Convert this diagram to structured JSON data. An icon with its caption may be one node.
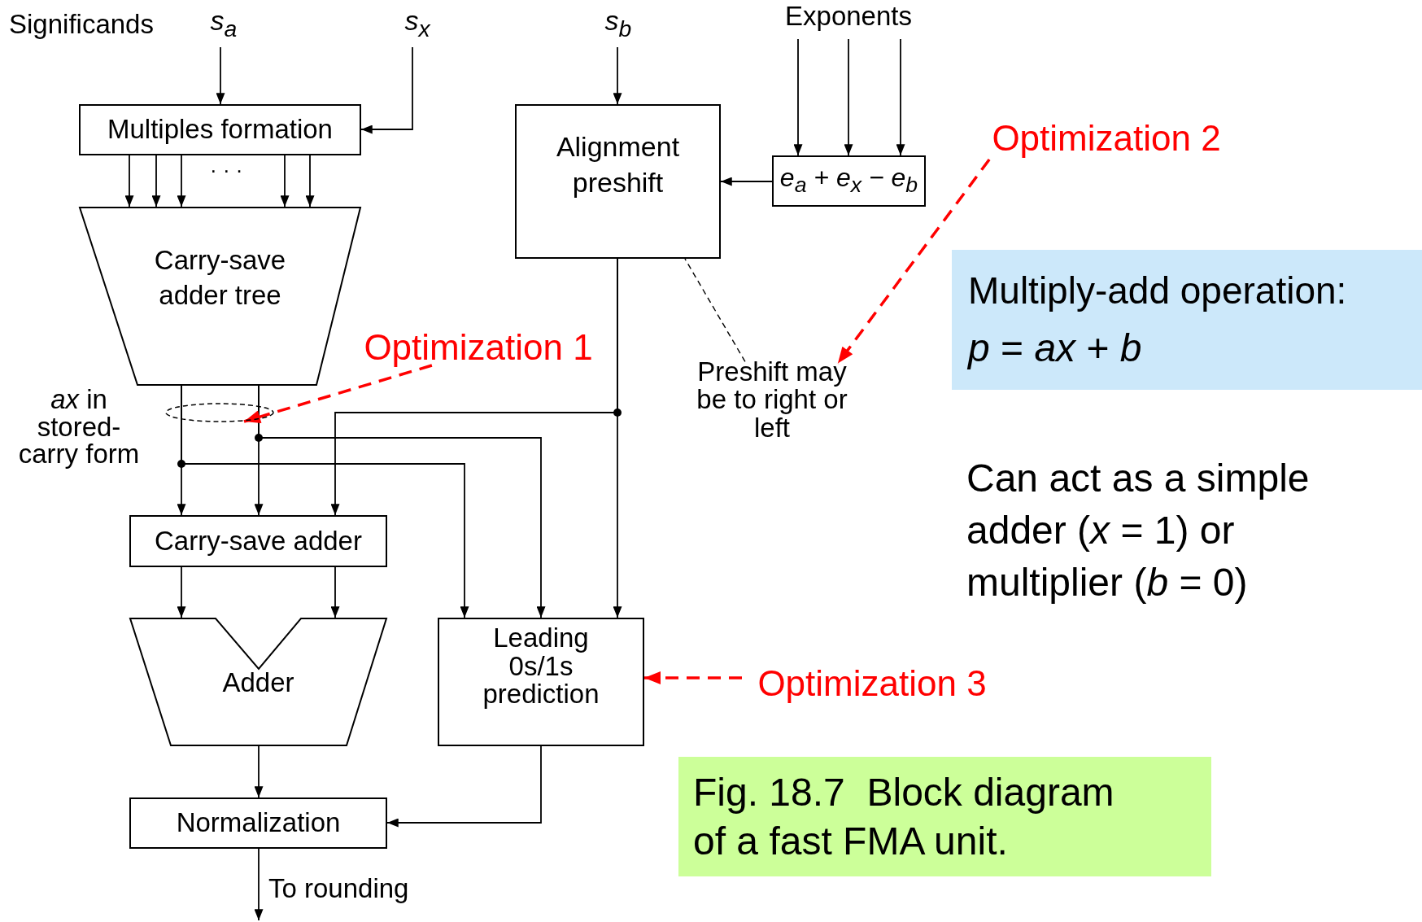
{
  "diagram": {
    "nodes": [
      {
        "text": [
          "s$_{a}$"
        ]
      },
      {
        "text": [
          "s$_{x}$"
        ]
      },
      {
        "text": [
          "s$_{b}$"
        ]
      },
      {
        "text": [
          "Exponents"
        ]
      },
      {
        "text": [
          "Multiples formation"
        ]
      },
      {
        "text": [
          "e$_{a}$ + e$_{x}$ − e$_{b}$"
        ]
      },
      {
        "text": [
          "Alignment preshift"
        ]
      },
      {
        "text": [
          "Optimization 2"
        ]
      },
      {
        "text": [
          "Carry-save adder tree"
        ]
      },
      {
        "text": [
          "Multiply-add operation:",
          "*p* = *ax* + *b*"
        ]
      },
      {
        "text": [
          "Optimization 1"
        ]
      },
      {
        "text": [],
        "shape": "ellipse"
      },
      {
        "text": [
          "Preshift may be to right or left"
        ]
      },
      {
        "text": [
          "Carry-save adder"
        ]
      },
      {
        "text": [
          "Adder"
        ]
      },
      {
        "text": [
          "Leading 0s/1s prediction"
        ]
      },
      {
        "text": [
          "Optimization 3"
        ]
      },
      {
        "text": [
          "Fig. 18.7  Block diagram of a fast FMA unit."
        ]
      },
      {
        "text": [
          "Normalization"
        ]
      }
    ],
    "edges": [
      {
        "from": 0,
        "to": 4,
        "arrow": "to"
      },
      {
        "from": 1,
        "to": 4,
        "arrow": "to"
      },
      {
        "from": 4,
        "to": 8,
        "arrow": "to"
      },
      {
        "from": 4,
        "to": 8,
        "arrow": "to"
      },
      {
        "from": 4,
        "to": 8,
        "arrow": "to"
      },
      {
        "from": 4,
        "to": 8,
        "arrow": "to"
      },
      {
        "from": 4,
        "to": 8,
        "arrow": "to"
      },
      {
        "from": 2,
        "to": 6,
        "arrow": "to"
      },
      {
        "from": 3,
        "to": 5,
        "arrow": "to"
      },
      {
        "from": 3,
        "to": 5,
        "arrow": "to"
      },
      {
        "from": 3,
        "to": 5,
        "arrow": "to"
      },
      {
        "from": 5,
        "to": 6,
        "arrow": "to"
      },
      {
        "from": 8,
        "to": 13,
        "arrow": "to"
      },
      {
        "from": 8,
        "to": 13,
        "arrow": "to"
      },
      {
        "from": 6,
        "to": 13,
        "arrow": "to"
      },
      {
        "from": 8,
        "to": 15,
        "arrow": "to"
      },
      {
        "from": 8,
        "to": 15,
        "arrow": "to"
      },
      {
        "from": 6,
        "to": 15,
        "arrow": "to"
      },
      {
        "from": 13,
        "to": 14,
        "arrow": "to"
      },
      {
        "from": 13,
        "to": 14,
        "arrow": "to"
      },
      {
        "from": 14,
        "to": 18,
        "arrow": "to"
      },
      {
        "from": 15,
        "to": 18,
        "arrow": "to"
      },
      {
        "from": 18,
        "to": null,
        "arrow": "to",
        "label": "To rounding"
      },
      {
        "from": 12,
        "to": 6,
        "arrow": "none",
        "style": "dashed"
      },
      {
        "from": 10,
        "to": 11,
        "arrow": "to",
        "style": "dashed",
        "color": "#ff0000"
      },
      {
        "from": 7,
        "to": 12,
        "arrow": "to",
        "style": "dashed",
        "color": "#ff0000"
      },
      {
        "from": 16,
        "to": 15,
        "arrow": "to",
        "style": "dashed",
        "color": "#ff0000"
      }
    ],
    "labels": [
      "Significands",
      "· · ·",
      "*ax* in stored-carry form",
      "Can act as a simple adder (*x* = 1) or multiplier (*b* = 0)"
    ]
  }
}
